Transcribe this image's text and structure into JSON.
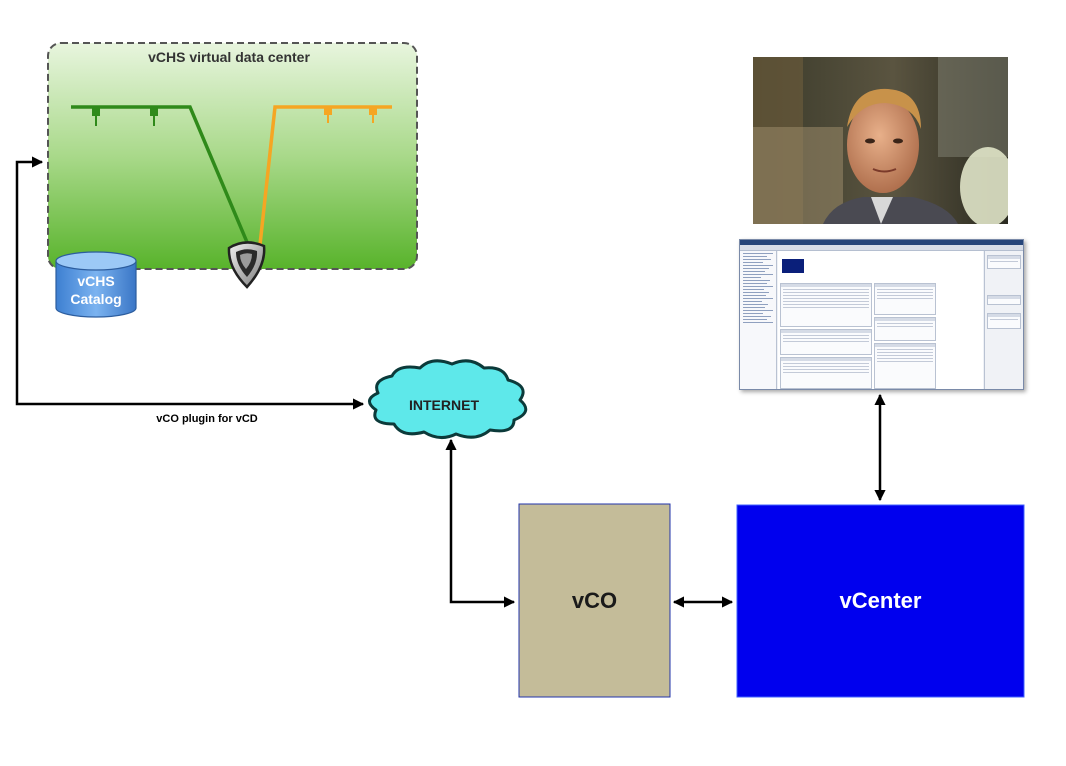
{
  "datacenter": {
    "title": "vCHS virtual data center",
    "catalog_line1": "vCHS",
    "catalog_line2": "Catalog"
  },
  "internet": {
    "label": "INTERNET"
  },
  "link": {
    "label": "vCO plugin for vCD"
  },
  "vco": {
    "label": "vCO",
    "color": "#c4bc99"
  },
  "vcenter": {
    "label": "vCenter",
    "color": "#0000ee"
  },
  "colors": {
    "datacenter_top": "#e4f3d9",
    "datacenter_bottom": "#5bb52e",
    "green_network": "#2f8a1a",
    "orange_network": "#f5a623",
    "cloud_fill": "#5ee8ea",
    "catalog_fill": "#4a8fe0"
  },
  "icons": {
    "firewall": "shield-icon",
    "catalog": "database-icon",
    "internet": "cloud-icon"
  }
}
